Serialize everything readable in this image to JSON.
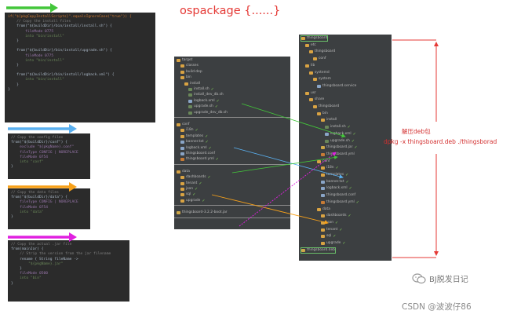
{
  "title": "ospackage {......}",
  "annotation": {
    "line1": "解压deb包",
    "line2": "dpkg -x thingsboard.deb ./thingsborad"
  },
  "watermark": {
    "brand": "BJ脱发日记",
    "csdn": "CSDN @波波仔86"
  },
  "code_blocks": [
    {
      "lines": [
        {
          "t": "if(\"${pkgCopyInstallScripts}\".equalsIgnoreCase(\"true\")) {",
          "c": "c-fn"
        },
        {
          "t": "    // Copy the install files",
          "c": "c-comment"
        },
        {
          "t": "    from(\"${buildDir}/bin/install/install.sh\") {",
          "c": "c-plain"
        },
        {
          "t": "        fileMode 0775",
          "c": "c-key"
        },
        {
          "t": "        into \"bin/install\"",
          "c": "c-str"
        },
        {
          "t": "    }",
          "c": "c-plain"
        },
        {
          "t": "",
          "c": "c-plain"
        },
        {
          "t": "    from(\"${buildDir}/bin/install/upgrade.sh\") {",
          "c": "c-plain"
        },
        {
          "t": "        fileMode 0775",
          "c": "c-key"
        },
        {
          "t": "        into \"bin/install\"",
          "c": "c-str"
        },
        {
          "t": "    }",
          "c": "c-plain"
        },
        {
          "t": "",
          "c": "c-plain"
        },
        {
          "t": "    from(\"${buildDir}/bin/install/logback.xml\") {",
          "c": "c-plain"
        },
        {
          "t": "        into \"bin/install\"",
          "c": "c-str"
        },
        {
          "t": "    }",
          "c": "c-plain"
        },
        {
          "t": "}",
          "c": "c-plain"
        }
      ]
    },
    {
      "lines": [
        {
          "t": "// Copy the config files",
          "c": "c-comment"
        },
        {
          "t": "from(\"${buildDir}/conf\") {",
          "c": "c-plain"
        },
        {
          "t": "    exclude \"${pkgName}.conf\"",
          "c": "c-key"
        },
        {
          "t": "    fileType CONFIG | NOREPLACE",
          "c": "c-key"
        },
        {
          "t": "    fileMode 0754",
          "c": "c-key"
        },
        {
          "t": "    into \"conf\"",
          "c": "c-str"
        },
        {
          "t": "}",
          "c": "c-plain"
        }
      ]
    },
    {
      "lines": [
        {
          "t": "// Copy the data files",
          "c": "c-comment"
        },
        {
          "t": "from(\"${buildDir}/data\") {",
          "c": "c-plain"
        },
        {
          "t": "    fileType CONFIG | NOREPLACE",
          "c": "c-key"
        },
        {
          "t": "    fileMode 0754",
          "c": "c-key"
        },
        {
          "t": "    into \"data\"",
          "c": "c-str"
        },
        {
          "t": "}",
          "c": "c-plain"
        }
      ]
    },
    {
      "lines": [
        {
          "t": "// Copy the actual .jar file",
          "c": "c-comment"
        },
        {
          "t": "from(mainJar) {",
          "c": "c-plain"
        },
        {
          "t": "    // Strip the version from the jar filename",
          "c": "c-comment"
        },
        {
          "t": "    rename { String fileName ->",
          "c": "c-plain"
        },
        {
          "t": "        \"${pkgName}.jar\"",
          "c": "c-str"
        },
        {
          "t": "    }",
          "c": "c-plain"
        },
        {
          "t": "    fileMode 0500",
          "c": "c-key"
        },
        {
          "t": "    into \"bin\"",
          "c": "c-str"
        },
        {
          "t": "}",
          "c": "c-plain"
        }
      ]
    }
  ],
  "middle_tree": {
    "sections": [
      {
        "nodes": [
          {
            "label": "target",
            "icon": "folder",
            "indent": 0,
            "check": false
          },
          {
            "label": "classes",
            "icon": "folder",
            "indent": 1,
            "check": false
          },
          {
            "label": "build-dep",
            "icon": "folder",
            "indent": 1,
            "check": false
          },
          {
            "label": "bin",
            "icon": "folder",
            "indent": 1,
            "check": false
          },
          {
            "label": "install",
            "icon": "folder",
            "indent": 2,
            "check": false
          },
          {
            "label": "install.sh",
            "icon": "sh",
            "indent": 3,
            "check": true
          },
          {
            "label": "install_dev_db.sh",
            "icon": "sh",
            "indent": 3,
            "check": false
          },
          {
            "label": "logback.xml",
            "icon": "file",
            "indent": 3,
            "check": true
          },
          {
            "label": "upgrade.sh",
            "icon": "sh",
            "indent": 3,
            "check": true
          },
          {
            "label": "upgrade_dev_db.sh",
            "icon": "sh",
            "indent": 3,
            "check": false
          }
        ]
      },
      {
        "nodes": [
          {
            "label": "conf",
            "icon": "folder",
            "indent": 0,
            "check": false
          },
          {
            "label": "i18n",
            "icon": "folder",
            "indent": 1,
            "check": true
          },
          {
            "label": "templates",
            "icon": "folder",
            "indent": 1,
            "check": true
          },
          {
            "label": "banner.txt",
            "icon": "file",
            "indent": 1,
            "check": true
          },
          {
            "label": "logback.xml",
            "icon": "file",
            "indent": 1,
            "check": true
          },
          {
            "label": "thingsboard.conf",
            "icon": "file",
            "indent": 1,
            "check": false
          },
          {
            "label": "thingsboard.yml",
            "icon": "yml",
            "indent": 1,
            "check": true
          }
        ]
      },
      {
        "nodes": [
          {
            "label": "data",
            "icon": "folder",
            "indent": 0,
            "check": false
          },
          {
            "label": "dashboards",
            "icon": "folder",
            "indent": 1,
            "check": true
          },
          {
            "label": "tenant",
            "icon": "folder",
            "indent": 1,
            "check": true
          },
          {
            "label": "json",
            "icon": "folder",
            "indent": 1,
            "check": true
          },
          {
            "label": "sql",
            "icon": "folder",
            "indent": 1,
            "check": true
          },
          {
            "label": "upgrade",
            "icon": "folder",
            "indent": 1,
            "check": true
          }
        ]
      },
      {
        "nodes": [
          {
            "label": "thingsboard-3.2.2-boot.jar",
            "icon": "pkg",
            "indent": 0,
            "check": false
          }
        ]
      }
    ]
  },
  "right_tree": {
    "nodes": [
      {
        "label": "thingsboard",
        "icon": "folder",
        "indent": 0,
        "check": false,
        "hl": true
      },
      {
        "label": "etc",
        "icon": "folder",
        "indent": 1,
        "check": false
      },
      {
        "label": "thingsboard",
        "icon": "folder",
        "indent": 2,
        "check": false
      },
      {
        "label": "conf",
        "icon": "folder",
        "indent": 3,
        "check": false
      },
      {
        "label": "lib",
        "icon": "folder",
        "indent": 1,
        "check": false
      },
      {
        "label": "systemd",
        "icon": "folder",
        "indent": 2,
        "check": false
      },
      {
        "label": "system",
        "icon": "folder",
        "indent": 3,
        "check": false
      },
      {
        "label": "thingsboard.service",
        "icon": "file",
        "indent": 4,
        "check": false
      },
      {
        "label": "usr",
        "icon": "folder",
        "indent": 1,
        "check": false
      },
      {
        "label": "share",
        "icon": "folder",
        "indent": 2,
        "check": false
      },
      {
        "label": "thingsboard",
        "icon": "folder",
        "indent": 3,
        "check": false
      },
      {
        "label": "bin",
        "icon": "folder",
        "indent": 4,
        "check": false
      },
      {
        "label": "install",
        "icon": "folder",
        "indent": 5,
        "check": false
      },
      {
        "label": "install.sh",
        "icon": "sh",
        "indent": 6,
        "check": true
      },
      {
        "label": "logback.xml",
        "icon": "file",
        "indent": 6,
        "check": true
      },
      {
        "label": "upgrade.sh",
        "icon": "sh",
        "indent": 6,
        "check": true
      },
      {
        "label": "thingsboard.jar",
        "icon": "pkg",
        "indent": 5,
        "check": true
      },
      {
        "label": "thingsboard.yml",
        "icon": "yml",
        "indent": 5,
        "check": false
      },
      {
        "label": "conf",
        "icon": "folder",
        "indent": 4,
        "check": false
      },
      {
        "label": "i18n",
        "icon": "folder",
        "indent": 5,
        "check": true
      },
      {
        "label": "templates",
        "icon": "folder",
        "indent": 5,
        "check": true
      },
      {
        "label": "banner.txt",
        "icon": "file",
        "indent": 5,
        "check": true
      },
      {
        "label": "logback.xml",
        "icon": "file",
        "indent": 5,
        "check": true
      },
      {
        "label": "thingsboard.conf",
        "icon": "file",
        "indent": 5,
        "check": false
      },
      {
        "label": "thingsboard.yml",
        "icon": "yml",
        "indent": 5,
        "check": true
      },
      {
        "label": "data",
        "icon": "folder",
        "indent": 4,
        "check": false
      },
      {
        "label": "dashboards",
        "icon": "folder",
        "indent": 5,
        "check": true
      },
      {
        "label": "json",
        "icon": "folder",
        "indent": 5,
        "check": true
      },
      {
        "label": "tenant",
        "icon": "folder",
        "indent": 5,
        "check": true
      },
      {
        "label": "sql",
        "icon": "folder",
        "indent": 5,
        "check": true
      },
      {
        "label": "upgrade",
        "icon": "folder",
        "indent": 5,
        "check": true
      },
      {
        "label": "thingsboard.deb",
        "icon": "pkg",
        "indent": 0,
        "check": false,
        "hl": true
      }
    ]
  },
  "colors": {
    "arrow_green": "#43c63a",
    "arrow_blue": "#5ab0f0",
    "arrow_orange": "#f7a11a",
    "arrow_magenta": "#e020e0",
    "accent_red": "#e53935"
  }
}
